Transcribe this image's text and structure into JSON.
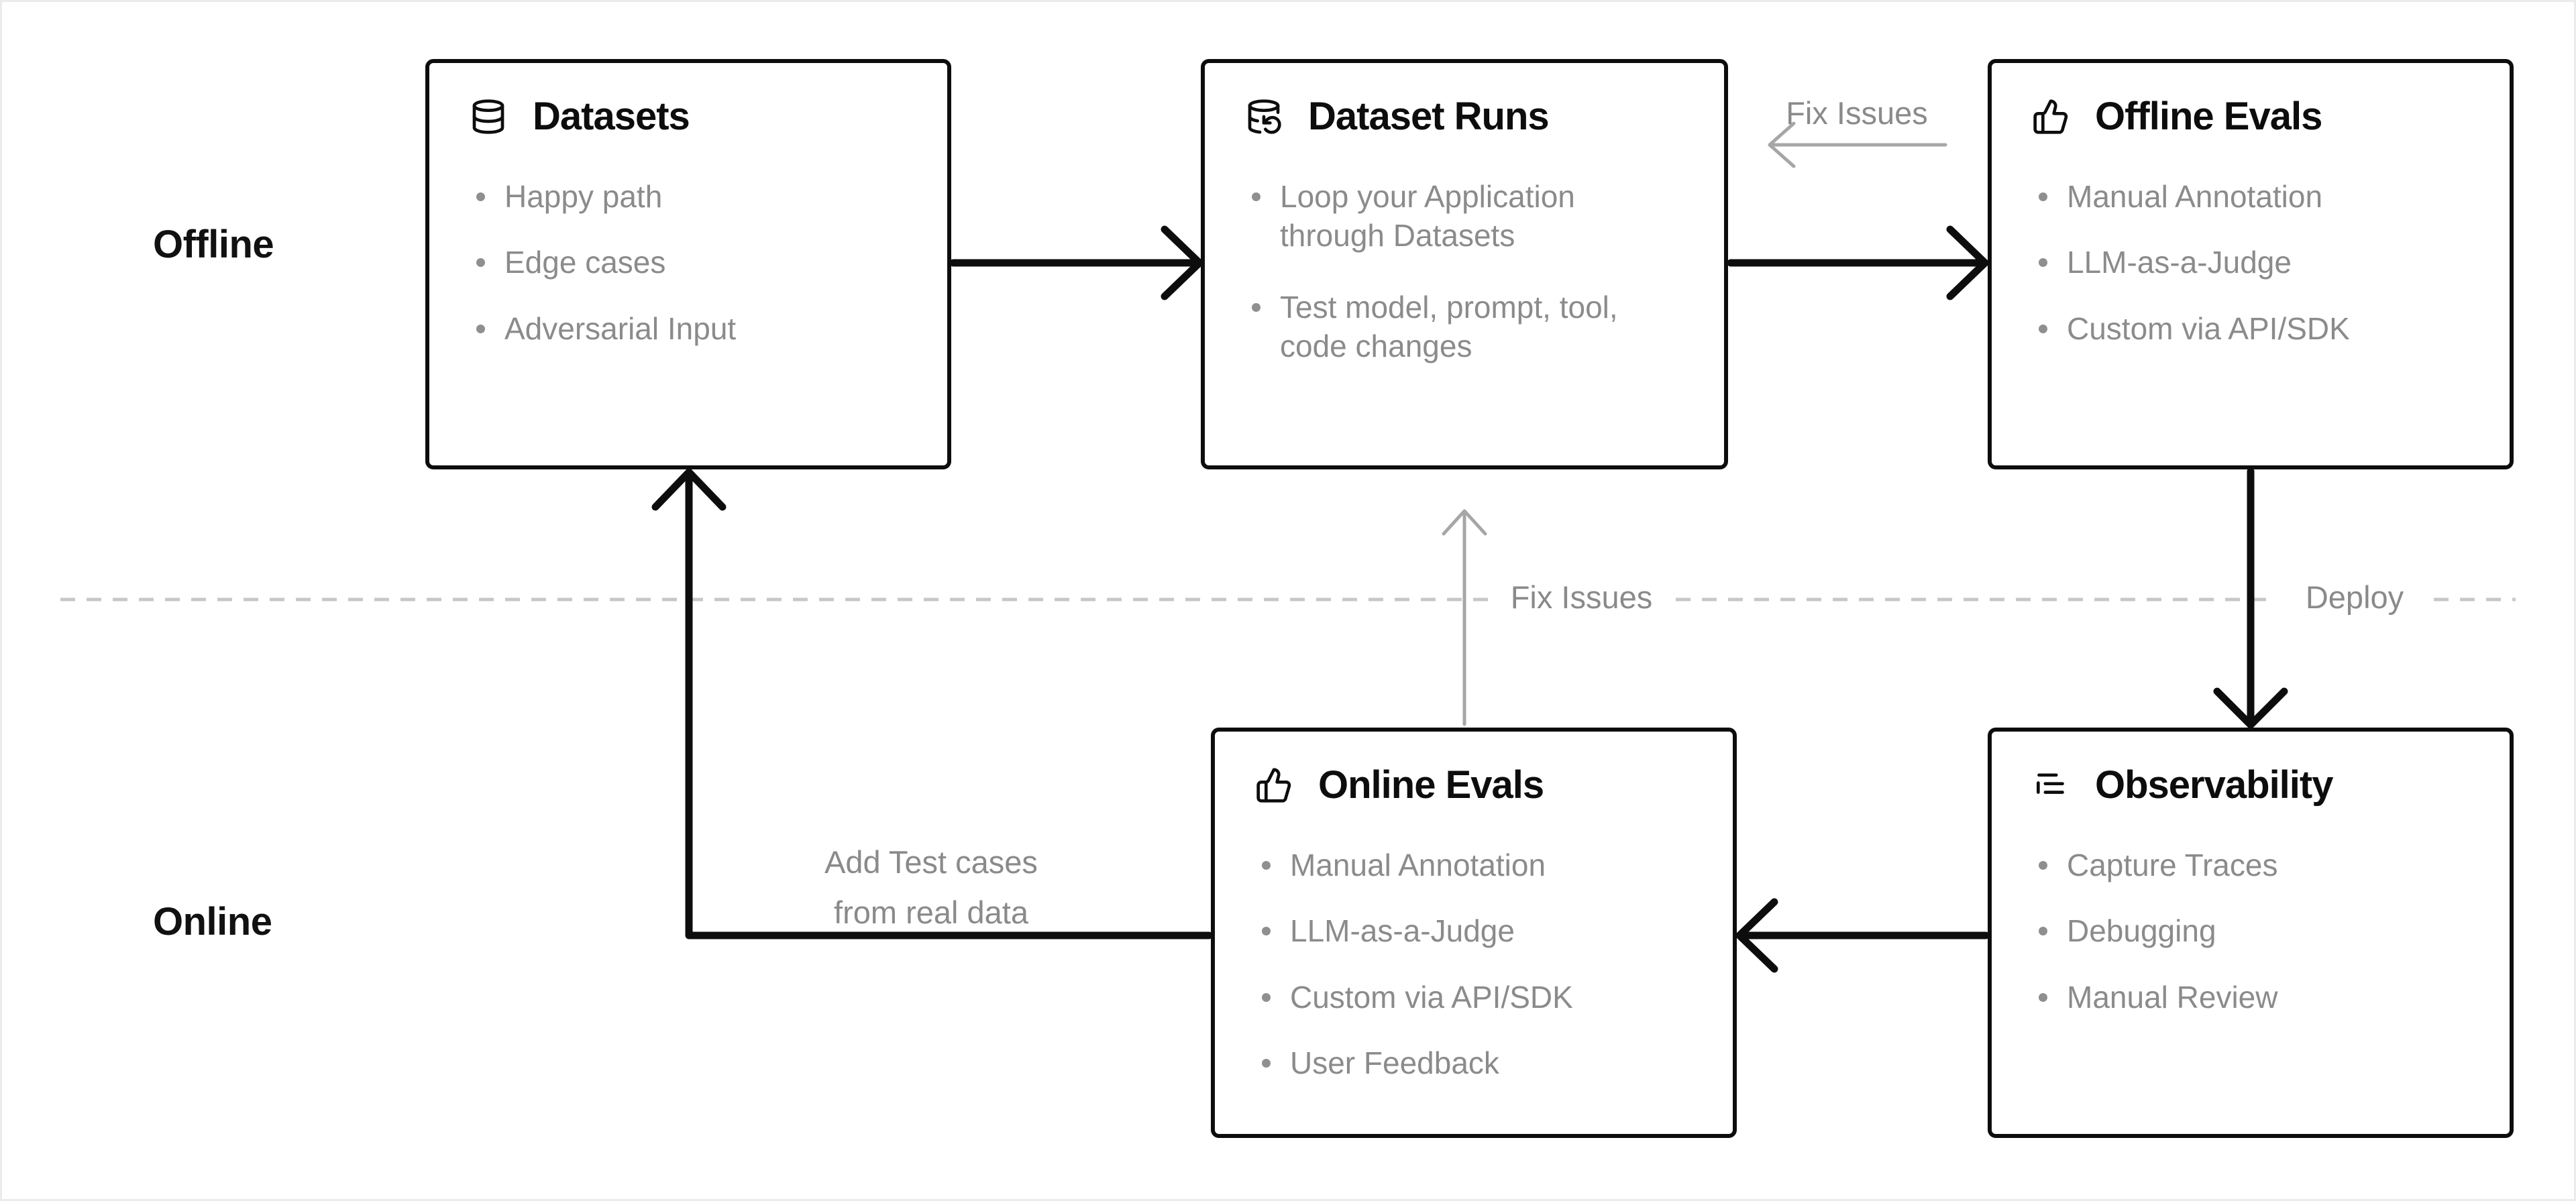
{
  "diagram": {
    "kind": "evaluation-workflow",
    "colors": {
      "background": "#ffffff",
      "box_border": "#0d0d0d",
      "title_text": "#0d0d0d",
      "bullet_text": "#8b8b8b",
      "edge_label_text": "#8a8a8a",
      "arrow_black": "#0d0d0d",
      "arrow_gray": "#a6a6a6",
      "dashed_divider": "#c7c7c7"
    }
  },
  "sections": {
    "offline_label": "Offline",
    "online_label": "Online"
  },
  "boxes": {
    "datasets": {
      "title": "Datasets",
      "icon": "database-icon",
      "items": [
        "Happy path",
        "Edge cases",
        "Adversarial Input"
      ]
    },
    "dataset_runs": {
      "title": "Dataset Runs",
      "icon": "database-rerun-icon",
      "items": [
        "Loop your Application through Datasets",
        "Test model, prompt, tool, code changes"
      ]
    },
    "offline_evals": {
      "title": "Offline Evals",
      "icon": "thumbs-up-icon",
      "items": [
        "Manual Annotation",
        "LLM-as-a-Judge",
        "Custom via API/SDK"
      ]
    },
    "online_evals": {
      "title": "Online Evals",
      "icon": "thumbs-up-icon",
      "items": [
        "Manual Annotation",
        "LLM-as-a-Judge",
        "Custom via API/SDK",
        "User Feedback"
      ]
    },
    "observability": {
      "title": "Observability",
      "icon": "trace-list-icon",
      "items": [
        "Capture Traces",
        "Debugging",
        "Manual Review"
      ]
    }
  },
  "edge_labels": {
    "fix_issues_top": "Fix Issues",
    "fix_issues_mid": "Fix Issues",
    "deploy": "Deploy",
    "add_test_cases": "Add Test cases\nfrom real data"
  }
}
